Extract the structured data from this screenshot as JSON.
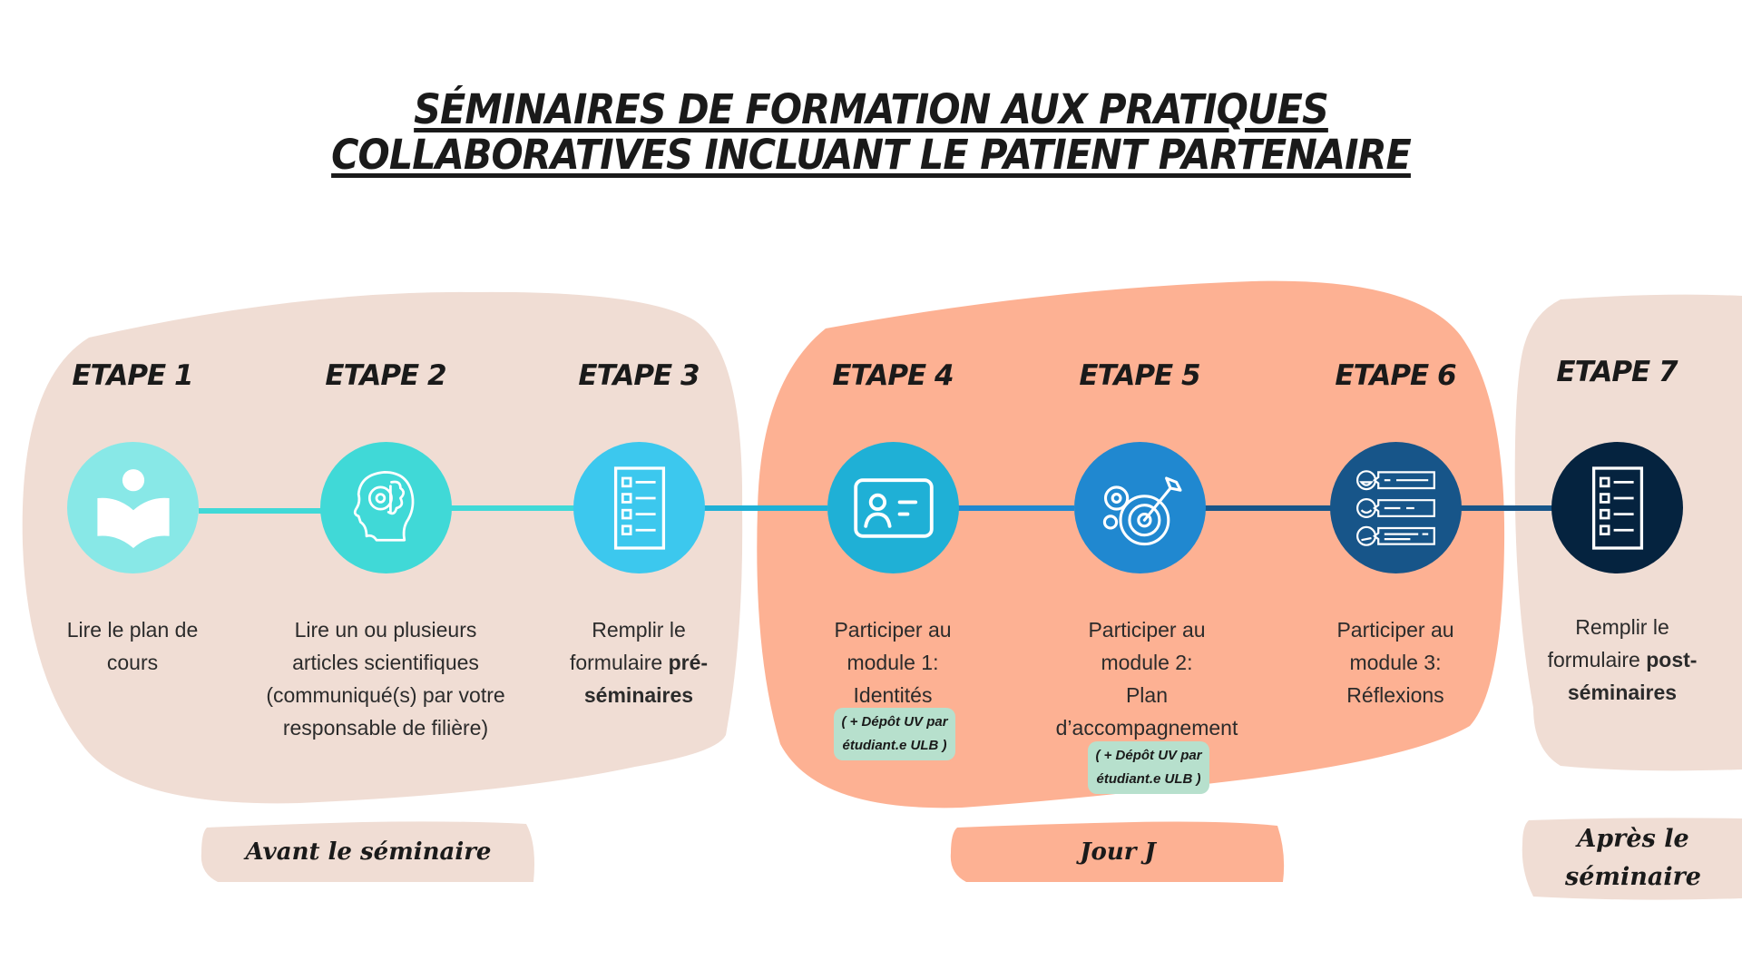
{
  "title": {
    "line1": "SÉMINAIRES DE FORMATION AUX PRATIQUES",
    "line2": "COLLABORATIVES INCLUANT LE PATIENT PARTENAIRE"
  },
  "colors": {
    "phase_before": "#f0ddd4",
    "phase_day": "#fdb193",
    "badge": "#b7e0cd",
    "circle_1": "#88e8e7",
    "circle_2": "#40d9d7",
    "circle_3": "#3cc8ee",
    "circle_4": "#1fb0d6",
    "circle_5": "#2088d0",
    "circle_6": "#175589",
    "circle_7": "#05233f"
  },
  "steps": [
    {
      "header": "ETAPE 1",
      "icon": "book-reader-icon",
      "lines": [
        "Lire le plan de",
        "cours"
      ]
    },
    {
      "header": "ETAPE 2",
      "icon": "head-brain-gear-icon",
      "lines": [
        "Lire un ou plusieurs",
        "articles scientifiques",
        "(communiqué(s) par votre",
        "responsable de filière)"
      ]
    },
    {
      "header": "ETAPE 3",
      "icon": "checklist-icon",
      "lines": [
        "Remplir le",
        "formulaire "
      ],
      "bold": [
        "pré-",
        "séminaires"
      ]
    },
    {
      "header": "ETAPE 4",
      "icon": "id-card-icon",
      "lines": [
        "Participer au",
        "module 1:",
        "Identités"
      ],
      "badge": [
        "( + Dépôt UV par",
        "étudiant.e ULB )"
      ]
    },
    {
      "header": "ETAPE 5",
      "icon": "target-gear-icon",
      "lines": [
        "Participer au",
        "module 2:",
        "Plan",
        "d’accompagnement"
      ],
      "badge": [
        "( + Dépôt UV par",
        "étudiant.e ULB )"
      ]
    },
    {
      "header": "ETAPE 6",
      "icon": "feedback-faces-icon",
      "lines": [
        "Participer au",
        "module 3:",
        "Réflexions"
      ]
    },
    {
      "header": "ETAPE 7",
      "icon": "checklist-icon",
      "lines": [
        "Remplir le",
        "formulaire "
      ],
      "bold": [
        "post-",
        "séminaires"
      ]
    }
  ],
  "phases": [
    {
      "label": "Avant le séminaire"
    },
    {
      "label": "Jour J"
    },
    {
      "label_line1": "Après le",
      "label_line2": "séminaire"
    }
  ]
}
